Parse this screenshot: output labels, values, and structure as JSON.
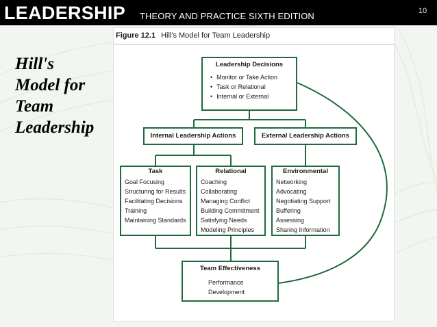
{
  "header": {
    "brand": "LEADERSHIP",
    "subtitle": "THEORY AND PRACTICE  SIXTH EDITION",
    "slide_number": "10"
  },
  "side_title": {
    "lines": [
      "Hill's",
      "Model for",
      "Team",
      "Leadership"
    ]
  },
  "figure": {
    "label": "Figure 12.1",
    "caption": "Hill's Model for Team Leadership",
    "accent_color": "#1f6a3c",
    "decisions": {
      "title": "Leadership Decisions",
      "items": [
        "Monitor or Take Action",
        "Task or Relational",
        "Internal or External"
      ]
    },
    "internal_actions": {
      "title": "Internal Leadership Actions"
    },
    "external_actions": {
      "title": "External Leadership Actions"
    },
    "task": {
      "title": "Task",
      "items": [
        "Goal Focusing",
        "Structuring for Results",
        "Facilitating Decisions",
        "Training",
        "Maintaining Standards"
      ]
    },
    "relational": {
      "title": "Relational",
      "items": [
        "Coaching",
        "Collaborating",
        "Managing Conflict",
        "Building Commitment",
        "Satisfying Needs",
        "Modeling Principles"
      ]
    },
    "environmental": {
      "title": "Environmental",
      "items": [
        "Networking",
        "Advocating",
        "Negotiating Support",
        "Buffering",
        "Assessing",
        "Sharing Information"
      ]
    },
    "effectiveness": {
      "title": "Team Effectiveness",
      "items": [
        "Performance",
        "Development"
      ]
    }
  }
}
